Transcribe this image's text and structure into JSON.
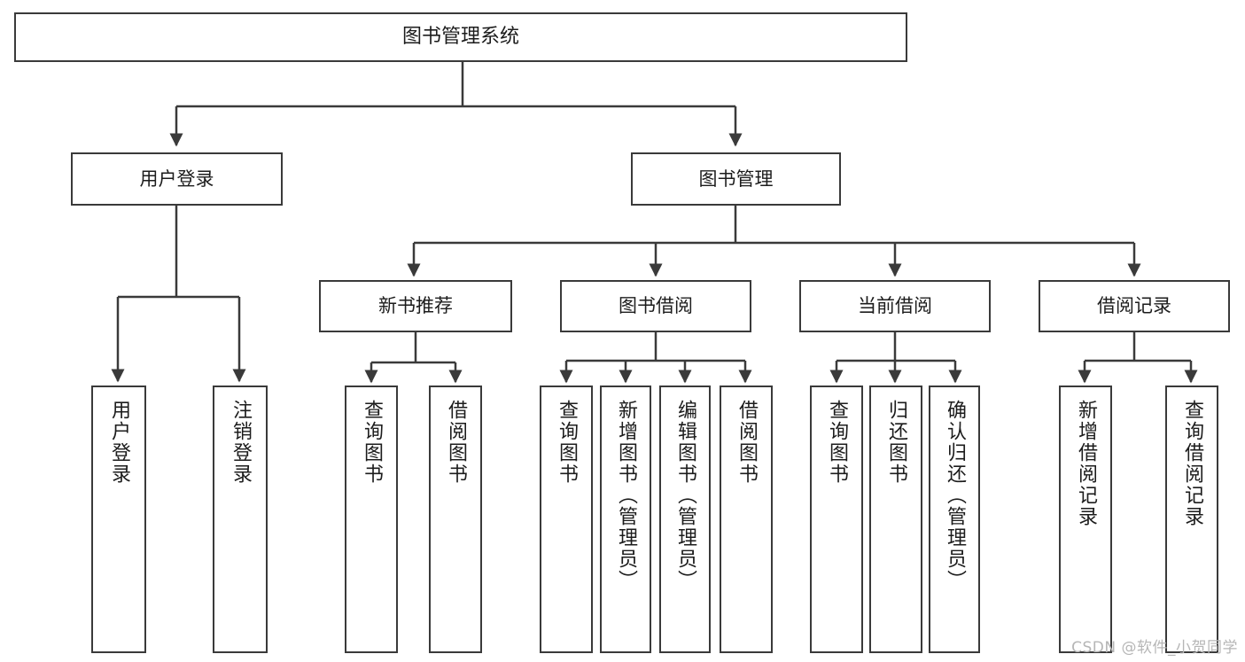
{
  "diagram": {
    "title": "图书管理系统",
    "type": "tree",
    "colors": {
      "stroke": "#3a3a3a",
      "fill": "#ffffff",
      "text": "#1c1c1c",
      "watermark": "#b6b6b6"
    },
    "nodes": {
      "root": {
        "label": "图书管理系统"
      },
      "level1": [
        {
          "label": "用户登录"
        },
        {
          "label": "图书管理"
        }
      ],
      "level2": [
        {
          "label": "新书推荐"
        },
        {
          "label": "图书借阅"
        },
        {
          "label": "当前借阅"
        },
        {
          "label": "借阅记录"
        }
      ],
      "leaves_user_login": [
        {
          "label": "用户登录"
        },
        {
          "label": "注销登录"
        }
      ],
      "leaves_new_book": [
        {
          "label": "查询图书"
        },
        {
          "label": "借阅图书"
        }
      ],
      "leaves_borrow": [
        {
          "label": "查询图书"
        },
        {
          "label": "新增图书（管理员）"
        },
        {
          "label": "编辑图书（管理员）"
        },
        {
          "label": "借阅图书"
        }
      ],
      "leaves_current": [
        {
          "label": "查询图书"
        },
        {
          "label": "归还图书"
        },
        {
          "label": "确认归还（管理员）"
        }
      ],
      "leaves_record": [
        {
          "label": "新增借阅记录"
        },
        {
          "label": "查询借阅记录"
        }
      ]
    },
    "watermark": "CSDN @软件_小贺同学"
  }
}
